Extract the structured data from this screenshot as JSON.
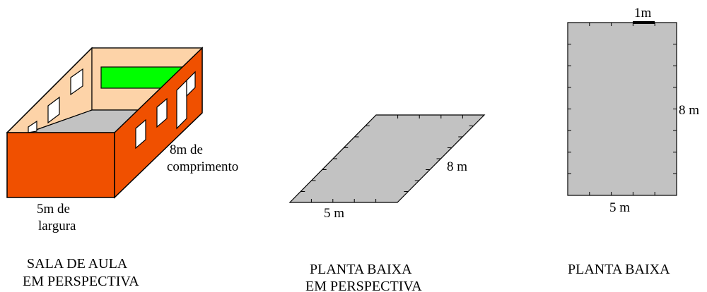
{
  "room": {
    "width_label_1": "5m de",
    "width_label_2": "largura",
    "length_label_1": "8m de",
    "length_label_2": "comprimento",
    "caption_1": "SALA DE AULA",
    "caption_2": "EM PERSPECTIVA",
    "colors": {
      "wall_front": "#f05000",
      "wall_back": "#fdd3a8",
      "floor": "#c2c2c2",
      "board": "#00ff00",
      "window": "#ffffff"
    }
  },
  "plan_perspective": {
    "width_label": "5 m",
    "length_label": "8 m",
    "caption_1": "PLANTA BAIXA",
    "caption_2": "EM PERSPECTIVA",
    "width_meters": 5,
    "length_meters": 8
  },
  "plan": {
    "scale_label": "1m",
    "width_label": "5 m",
    "length_label": "8 m",
    "caption": "PLANTA BAIXA",
    "width_meters": 5,
    "length_meters": 8
  }
}
